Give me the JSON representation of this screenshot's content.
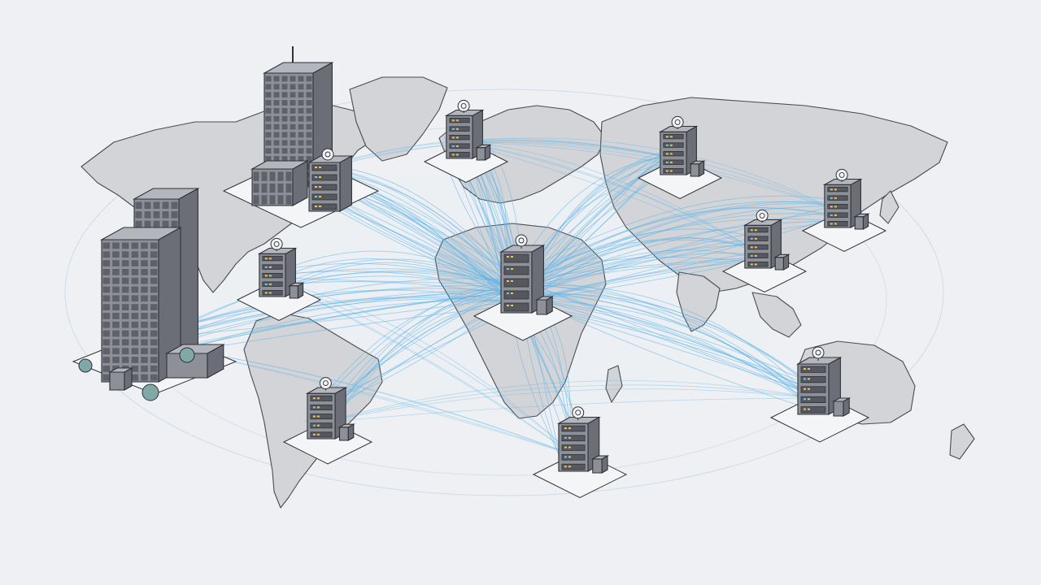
{
  "colors": {
    "background": "#eef0f3",
    "land": "#d3d4d7",
    "land_stroke": "#4a4c52",
    "link": "#5fb4e8",
    "building_front": "#8e9098",
    "building_side": "#6c6e77",
    "building_top": "#b4b6bd",
    "outline": "#2f3138",
    "led_yellow": "#e8c45a",
    "led_blue": "#6ec6ee",
    "tree": "#7fa8a6",
    "halo": "#dfe6ee"
  },
  "hub": "africa-hub",
  "nodes": [
    {
      "id": "north-america-hq",
      "kind": "tower-campus",
      "icon": "building-icon",
      "badge": "dish-icon",
      "links": 26
    },
    {
      "id": "west-coast-hq",
      "kind": "skyscraper-campus",
      "icon": "building-icon",
      "badge": "",
      "links": 18
    },
    {
      "id": "central-america-dc",
      "kind": "server",
      "icon": "server-icon",
      "badge": "database-icon",
      "links": 10
    },
    {
      "id": "south-america-dc",
      "kind": "server",
      "icon": "server-icon",
      "badge": "coin-icon",
      "links": 14
    },
    {
      "id": "europe-dc",
      "kind": "server",
      "icon": "server-icon",
      "badge": "coin-icon",
      "links": 22
    },
    {
      "id": "africa-hub",
      "kind": "hub-server",
      "icon": "server-icon",
      "badge": "lock-icon",
      "links": 0
    },
    {
      "id": "south-africa-dc",
      "kind": "server",
      "icon": "server-icon",
      "badge": "monitor-icon",
      "links": 12
    },
    {
      "id": "russia-dc",
      "kind": "server",
      "icon": "server-icon",
      "badge": "dollar-icon",
      "links": 16
    },
    {
      "id": "east-asia-dc",
      "kind": "server",
      "icon": "server-icon",
      "badge": "coin-icon",
      "links": 14
    },
    {
      "id": "south-asia-dc",
      "kind": "server",
      "icon": "server-icon",
      "badge": "dollar-icon",
      "links": 16
    },
    {
      "id": "australia-dc",
      "kind": "server",
      "icon": "server-icon",
      "badge": "monitor-icon",
      "links": 20
    }
  ]
}
